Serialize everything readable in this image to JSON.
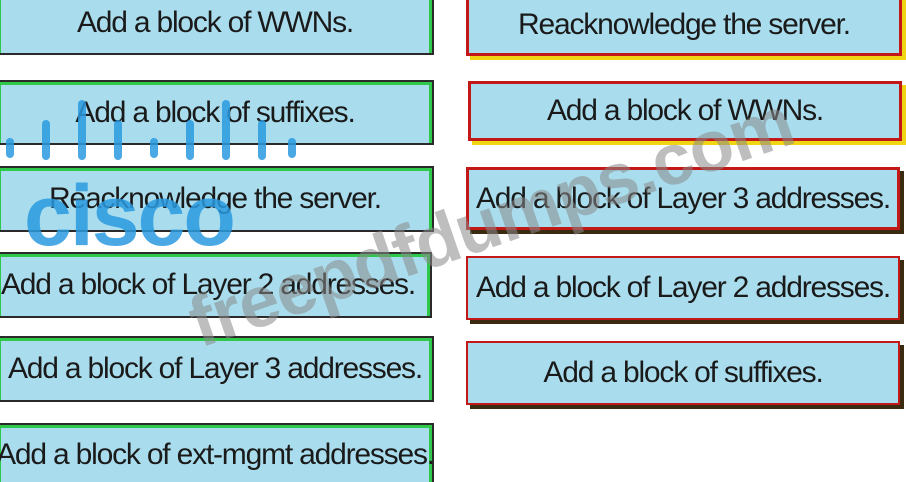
{
  "source_items": [
    "Add a block of WWNs.",
    "Add a block of suffixes.",
    "Reacknowledge the server.",
    "Add a block of Layer 2 addresses.",
    "Add a block of  Layer 3 addresses.",
    "Add a block of ext-mgmt addresses."
  ],
  "target_items": [
    "Reacknowledge the server.",
    "Add a block of WWNs.",
    "Add a block of  Layer 3 addresses.",
    "Add a block of Layer 2 addresses.",
    "Add a block of suffixes."
  ],
  "watermark": {
    "brand": "cisco",
    "site": "freepdfdumps.com"
  },
  "colors": {
    "block_fill": "#a9ddee",
    "source_stroke": "#2ec84a",
    "target_border": "#c21818",
    "target_shadow": "#f0d514",
    "watermark_blue": "#2b9be0",
    "watermark_gray": "#8a8a8a"
  }
}
